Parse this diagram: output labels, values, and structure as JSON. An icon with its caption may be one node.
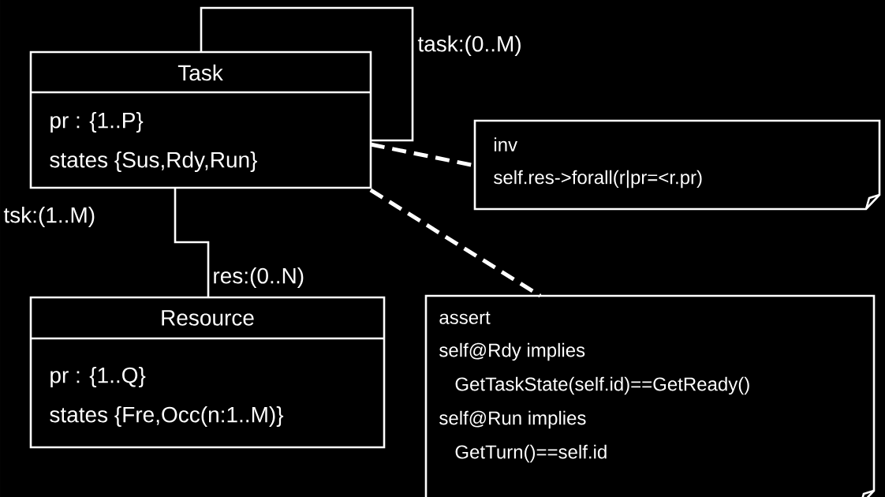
{
  "diagram": {
    "nodes": [
      {
        "text": [
          "Task",
          "pr : {1..P}",
          "states {Sus,Rdy,Run}"
        ]
      },
      {
        "text": [
          "Resource",
          "pr : {1..Q}",
          "states {Fre,Occ(n:1..M)}"
        ]
      },
      {
        "text": [
          "inv",
          "self.res->forall(r|pr=<r.pr)"
        ]
      },
      {
        "text": [
          "assert",
          "self@Rdy implies",
          "GetTaskState(self.id)==GetReady()",
          "self@Run implies",
          "GetTurn()==self.id"
        ]
      }
    ],
    "edges": [
      {
        "from": 0,
        "to": 0,
        "arrow": "none",
        "label": "task:(0..M)"
      },
      {
        "from": 0,
        "to": 1,
        "arrow": "none",
        "label": "res:(0..N)"
      },
      {
        "from": 0,
        "to": 2,
        "arrow": "none",
        "style": "dashed"
      },
      {
        "from": 0,
        "to": 3,
        "arrow": "none",
        "style": "dashed"
      }
    ],
    "labels": [
      "tsk:(1..M)"
    ]
  }
}
